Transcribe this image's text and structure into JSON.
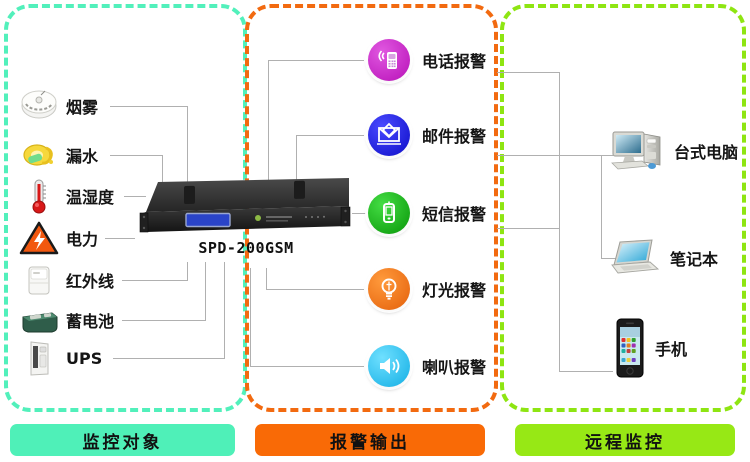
{
  "zones": {
    "monitor": {
      "caption": "监控对象",
      "border_color": "#52f0bb",
      "caption_bg": "#4ff0b8"
    },
    "alarm": {
      "caption": "报警输出",
      "border_color": "#f26a10",
      "caption_bg": "#f96a06"
    },
    "remote": {
      "caption": "远程监控",
      "border_color": "#8ee512",
      "caption_bg": "#97e815"
    }
  },
  "device": {
    "model": "SPD-200GSM",
    "screen_color": "#2a44c8"
  },
  "sensors": [
    {
      "label": "烟雾",
      "icon": "smoke-detector-icon"
    },
    {
      "label": "漏水",
      "icon": "water-leak-icon"
    },
    {
      "label": "温湿度",
      "icon": "thermometer-icon"
    },
    {
      "label": "电力",
      "icon": "electric-hazard-icon"
    },
    {
      "label": "红外线",
      "icon": "infrared-sensor-icon"
    },
    {
      "label": "蓄电池",
      "icon": "battery-icon"
    },
    {
      "label": "UPS",
      "icon": "ups-cabinet-icon"
    }
  ],
  "alarms": [
    {
      "label": "电话报警",
      "icon": "telephone-icon",
      "color": "#c81ec8"
    },
    {
      "label": "邮件报警",
      "icon": "envelope-icon",
      "color": "#1414dc"
    },
    {
      "label": "短信报警",
      "icon": "sms-phone-icon",
      "color": "#16c016"
    },
    {
      "label": "灯光报警",
      "icon": "lightbulb-icon",
      "color": "#f4760a"
    },
    {
      "label": "喇叭报警",
      "icon": "speaker-icon",
      "color": "#2ec3f0"
    }
  ],
  "remotes": [
    {
      "label": "台式电脑",
      "icon": "desktop-computer-icon"
    },
    {
      "label": "笔记本",
      "icon": "laptop-icon"
    },
    {
      "label": "手机",
      "icon": "mobile-phone-icon"
    }
  ]
}
